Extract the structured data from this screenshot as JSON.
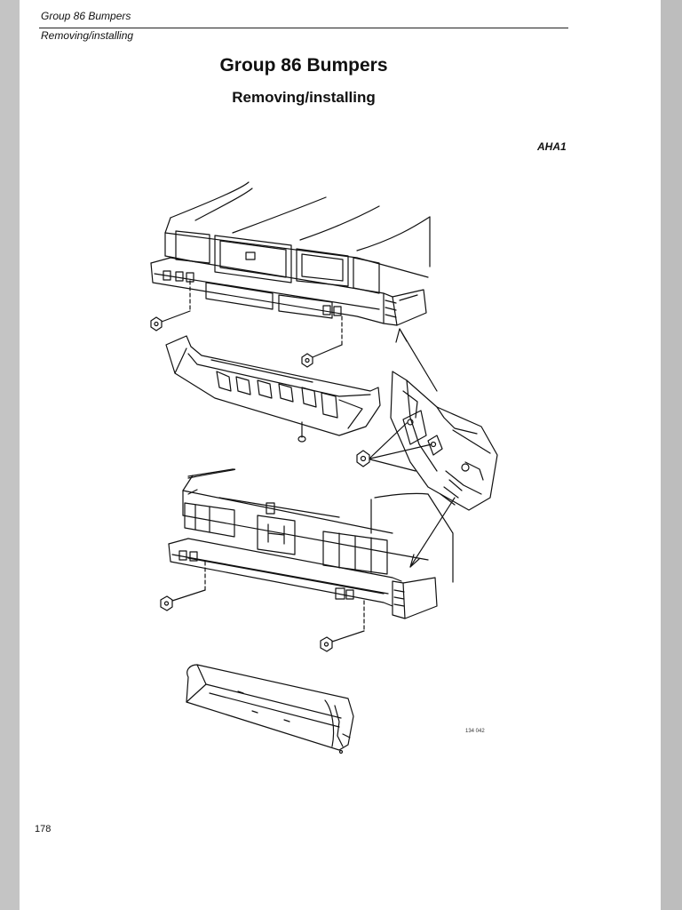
{
  "header": {
    "section": "Group 86 Bumpers",
    "topic": "Removing/installing"
  },
  "title": "Group 86 Bumpers",
  "subtitle": "Removing/installing",
  "figure": {
    "code": "AHA1",
    "reference": "134 042"
  },
  "page_number": "178"
}
